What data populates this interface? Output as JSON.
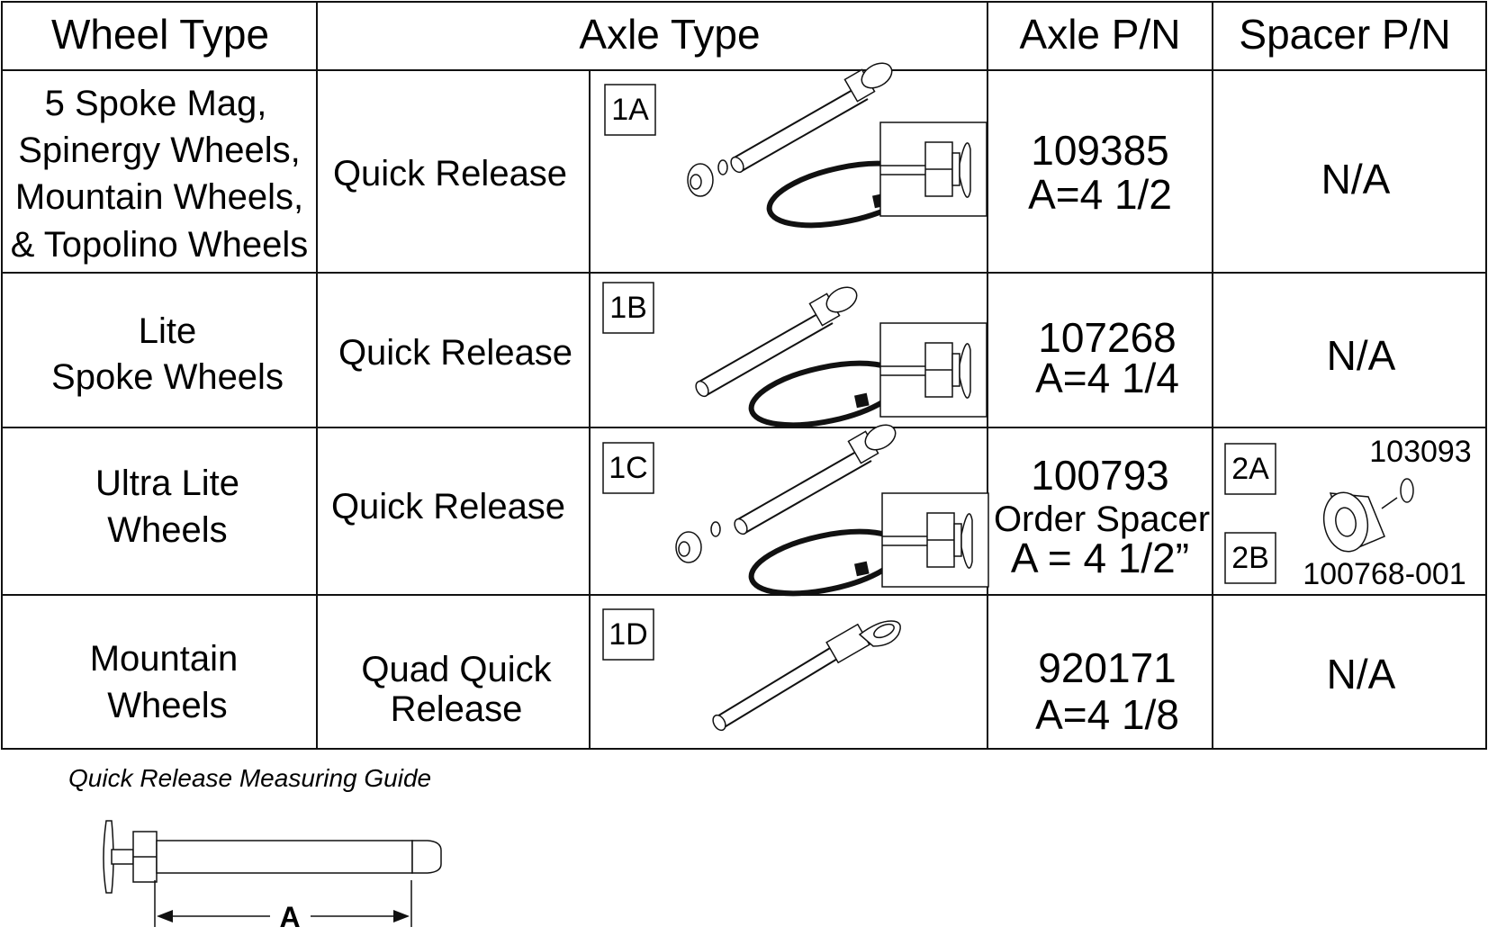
{
  "table": {
    "headers": {
      "wheel_type": "Wheel Type",
      "axle_type": "Axle Type",
      "axle_pn": "Axle P/N",
      "spacer_pn": "Spacer P/N"
    },
    "rows": [
      {
        "wheel_type": [
          "5 Spoke Mag,",
          "Spinergy Wheels,",
          "Mountain Wheels,",
          "& Topolino Wheels"
        ],
        "axle_type": [
          "Quick Release"
        ],
        "callout": "1A",
        "axle_pn": [
          "109385",
          "A=4 1/2"
        ],
        "spacer_pn": "N/A"
      },
      {
        "wheel_type": [
          "Lite",
          "Spoke Wheels"
        ],
        "axle_type": [
          "Quick Release"
        ],
        "callout": "1B",
        "axle_pn": [
          "107268",
          "A=4 1/4"
        ],
        "spacer_pn": "N/A"
      },
      {
        "wheel_type": [
          "Ultra Lite",
          "Wheels"
        ],
        "axle_type": [
          "Quick Release"
        ],
        "callout": "1C",
        "axle_pn": [
          "100793",
          "Order Spacer",
          "A = 4 1/2”"
        ],
        "spacer": {
          "callout_a": "2A",
          "callout_b": "2B",
          "part_a": "103093",
          "part_b": "100768-001"
        }
      },
      {
        "wheel_type": [
          "Mountain",
          "Wheels"
        ],
        "axle_type": [
          "Quad Quick",
          "Release"
        ],
        "callout": "1D",
        "axle_pn": [
          "920171",
          "A=4 1/8"
        ],
        "spacer_pn": "N/A"
      }
    ]
  },
  "guide": {
    "caption": "Quick Release Measuring Guide",
    "dimension_label": "A"
  }
}
